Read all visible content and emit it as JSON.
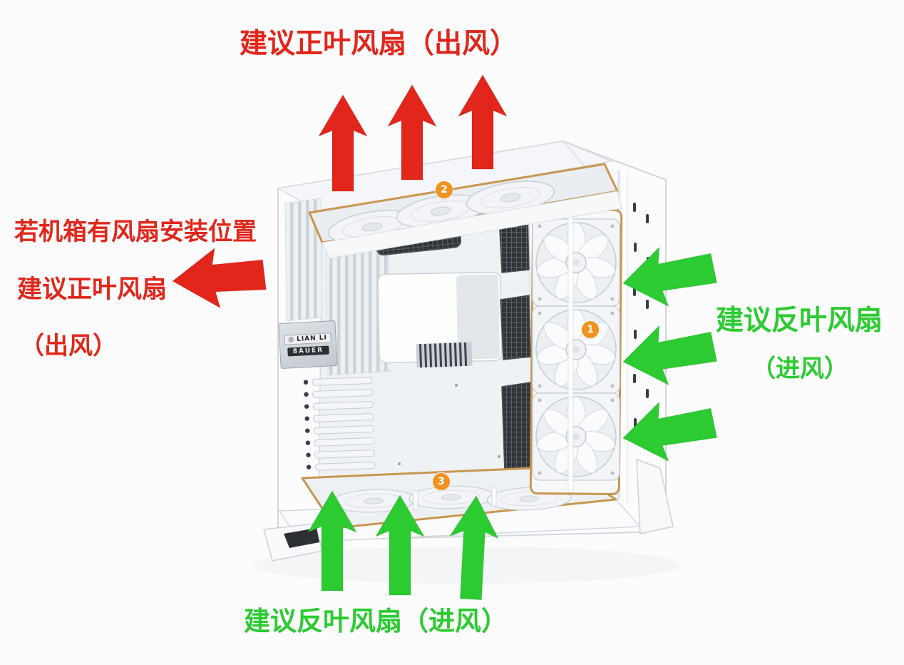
{
  "colors": {
    "red": "#e2261b",
    "green": "#2ccb31",
    "badge-orange": "#f0921d",
    "copper": "#c9964f",
    "bg": "#fcfcfd"
  },
  "labels": {
    "top_label": "建议正叶风扇（出风）",
    "left_label_line1": "若机箱有风扇安装位置",
    "left_label_line2": "建议正叶风扇",
    "left_label_line3": "（出风）",
    "right_label_line1": "建议反叶风扇",
    "right_label_line2": "（进风）",
    "bottom_label": "建议反叶风扇（进风）"
  },
  "case": {
    "brand_badge": {
      "logo_glyph": "◎",
      "brand": "LIAN LI",
      "collab": "8AUER"
    },
    "fan_badges": [
      {
        "number": "1",
        "location": "side-fans"
      },
      {
        "number": "2",
        "location": "top-fans"
      },
      {
        "number": "3",
        "location": "bottom-fans"
      }
    ]
  },
  "arrows": {
    "top": {
      "count": 3,
      "direction": "up",
      "meaning": "出风",
      "color_name": "red"
    },
    "left": {
      "count": 1,
      "direction": "left",
      "meaning": "出风",
      "color_name": "red"
    },
    "right": {
      "count": 3,
      "direction": "left",
      "meaning": "进风",
      "color_name": "green"
    },
    "bottom": {
      "count": 3,
      "direction": "up",
      "meaning": "进风",
      "color_name": "green"
    }
  }
}
